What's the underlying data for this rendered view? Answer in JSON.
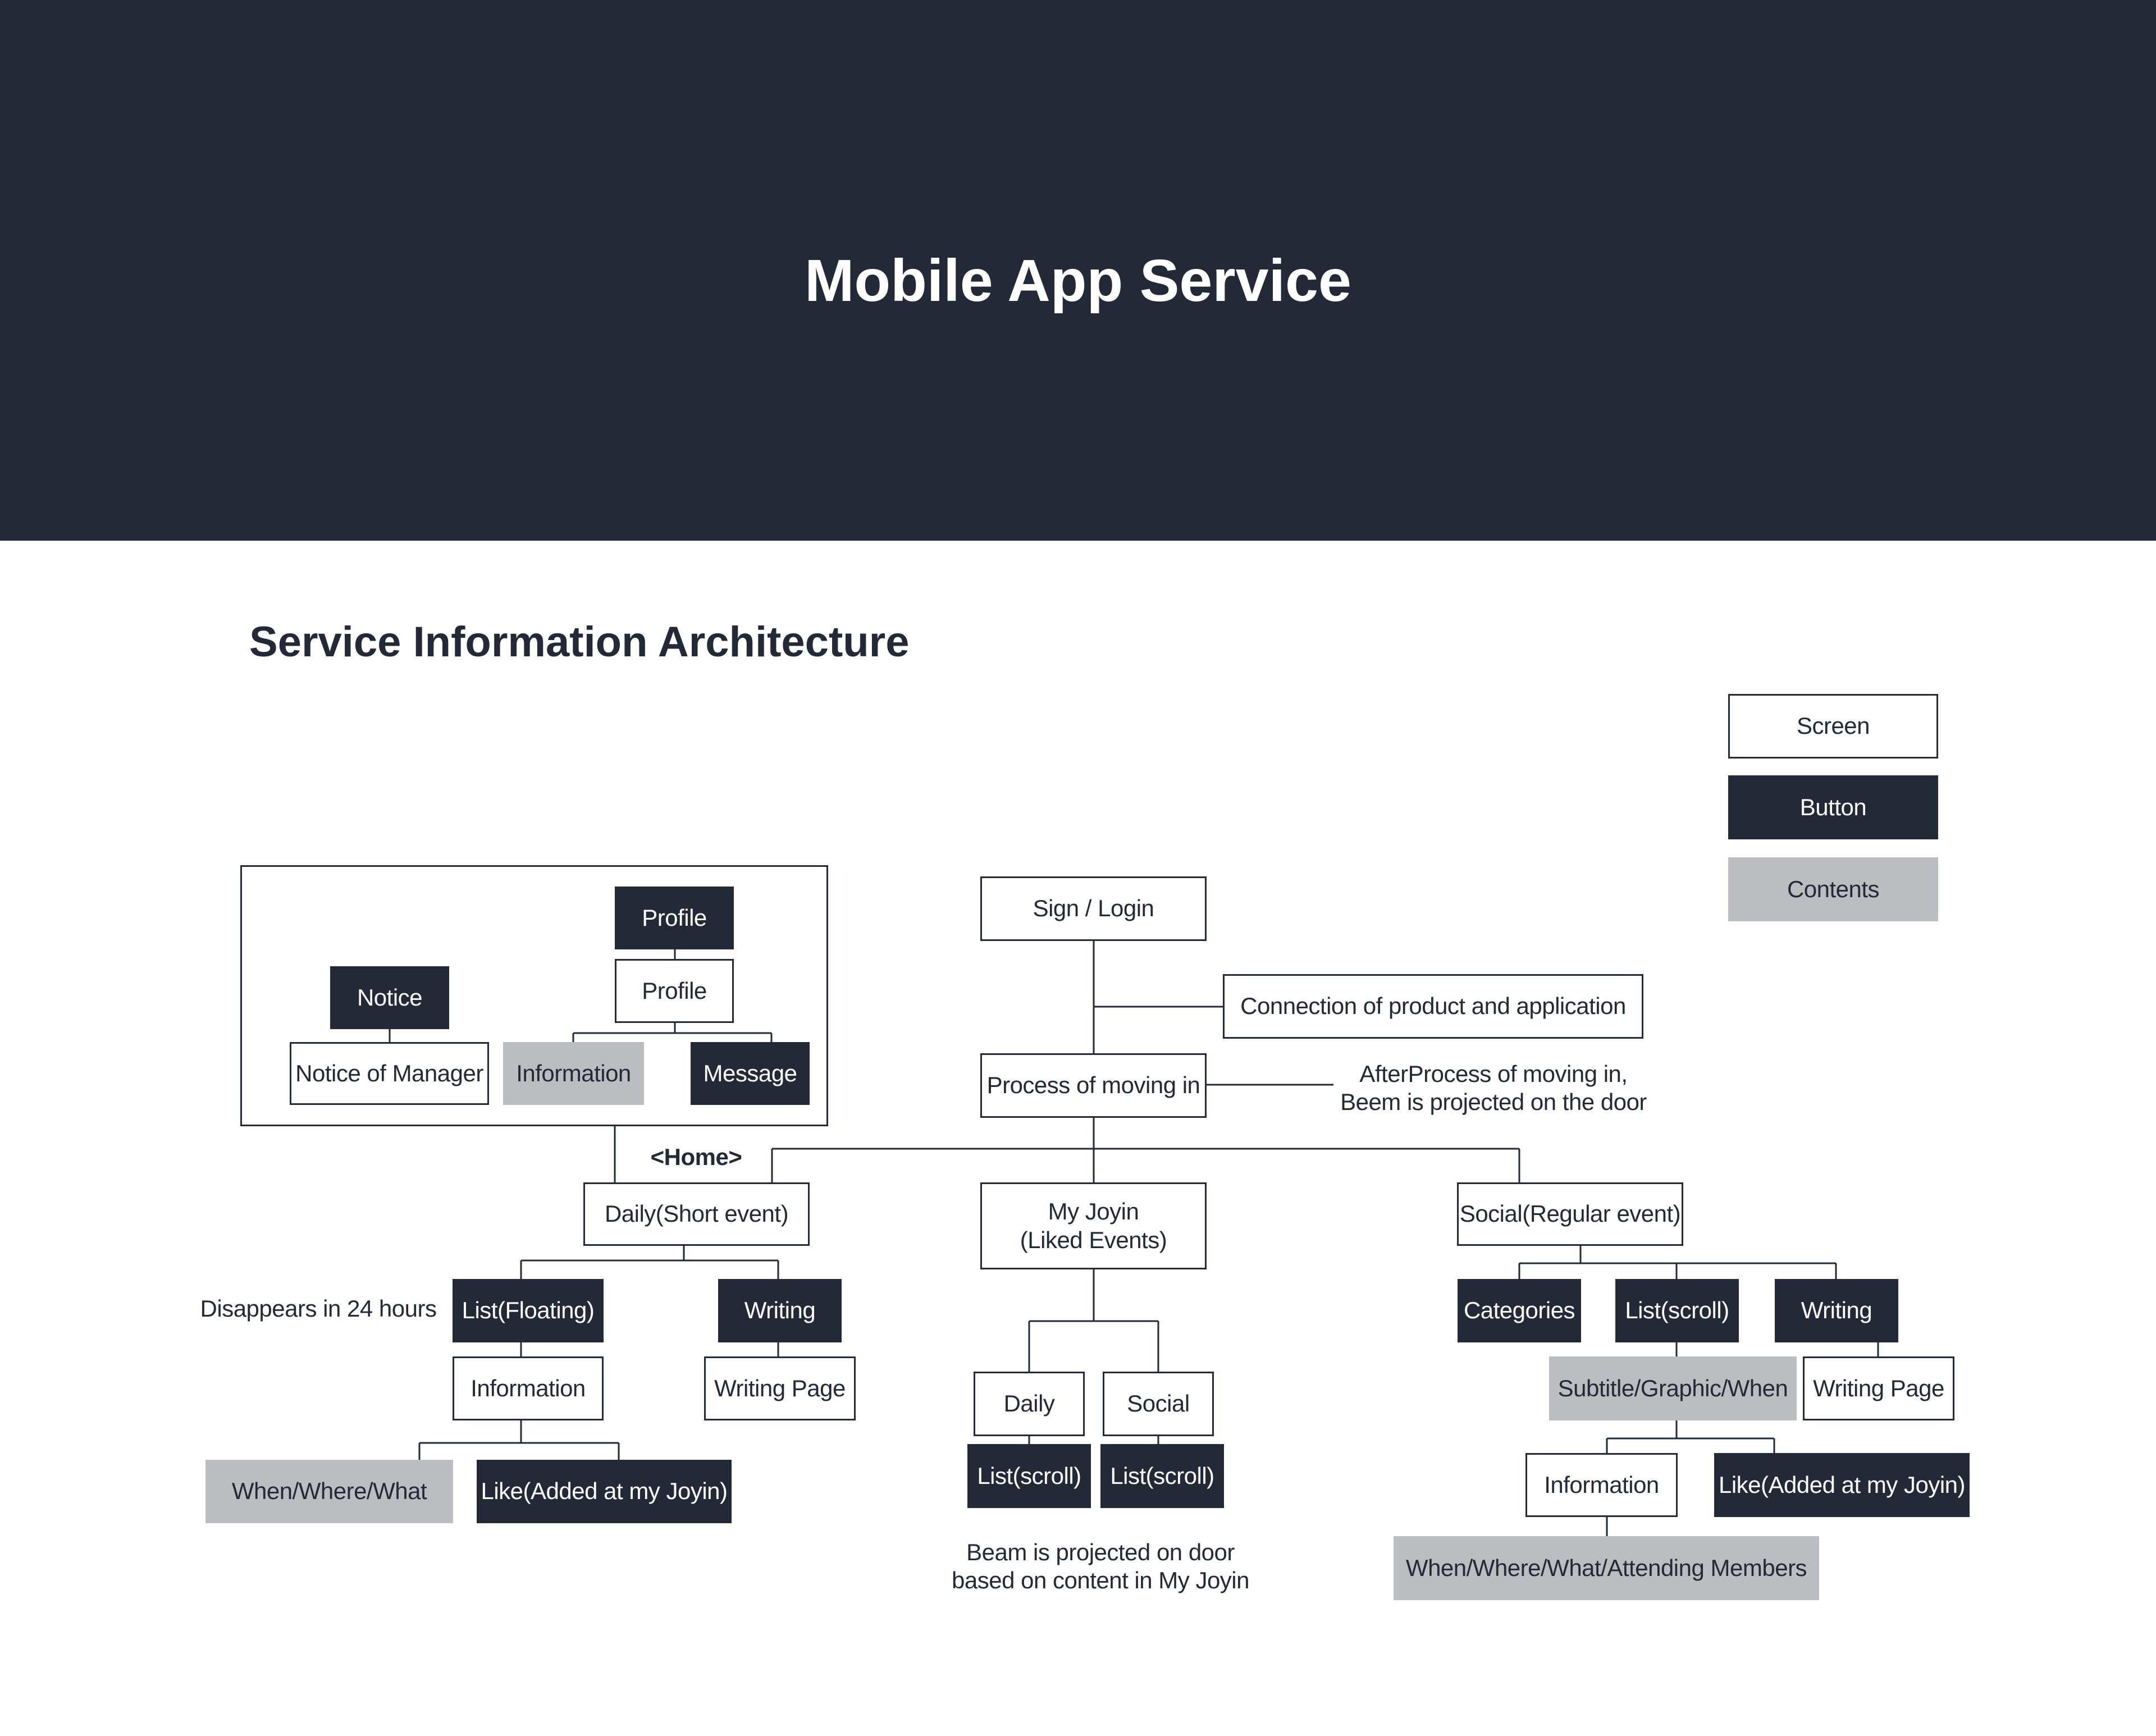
{
  "header": {
    "title": "Mobile App Service"
  },
  "section": {
    "title": "Service Information Architecture"
  },
  "legend": {
    "screen": "Screen",
    "button": "Button",
    "contents": "Contents"
  },
  "colors": {
    "dark": "#232937",
    "contents_gray": "#bcbdc1",
    "white": "#ffffff"
  },
  "nodes": {
    "profile_button": "Profile",
    "profile_screen": "Profile",
    "notice_button": "Notice",
    "notice_of_manager": "Notice of Manager",
    "profile_information": "Information",
    "message_button": "Message",
    "sign_login": "Sign / Login",
    "connection": "Connection of product and application",
    "process_moving_in": "Process of moving in",
    "home_label": "<Home>",
    "daily_short_event": "Daily(Short event)",
    "my_joyin": "My Joyin\n(Liked Events)",
    "social_regular_event": "Social(Regular event)",
    "daily_list_floating": "List(Floating)",
    "daily_writing": "Writing",
    "daily_information": "Information",
    "daily_writing_page": "Writing Page",
    "daily_when_where_what": "When/Where/What",
    "daily_like": "Like(Added at my Joyin)",
    "joyin_daily": "Daily",
    "joyin_social": "Social",
    "joyin_daily_list": "List(scroll)",
    "joyin_social_list": "List(scroll)",
    "social_categories": "Categories",
    "social_list_scroll": "List(scroll)",
    "social_writing": "Writing",
    "social_subtitle": "Subtitle/Graphic/When",
    "social_writing_page": "Writing Page",
    "social_information": "Information",
    "social_like": "Like(Added at my Joyin)",
    "social_attending": "When/Where/What/Attending Members"
  },
  "notes": {
    "after_process": "AfterProcess of moving in,\nBeem is projected on the door",
    "disappears": "Disappears in 24 hours",
    "beam_projected": "Beam is projected on door\nbased on content in My Joyin"
  }
}
